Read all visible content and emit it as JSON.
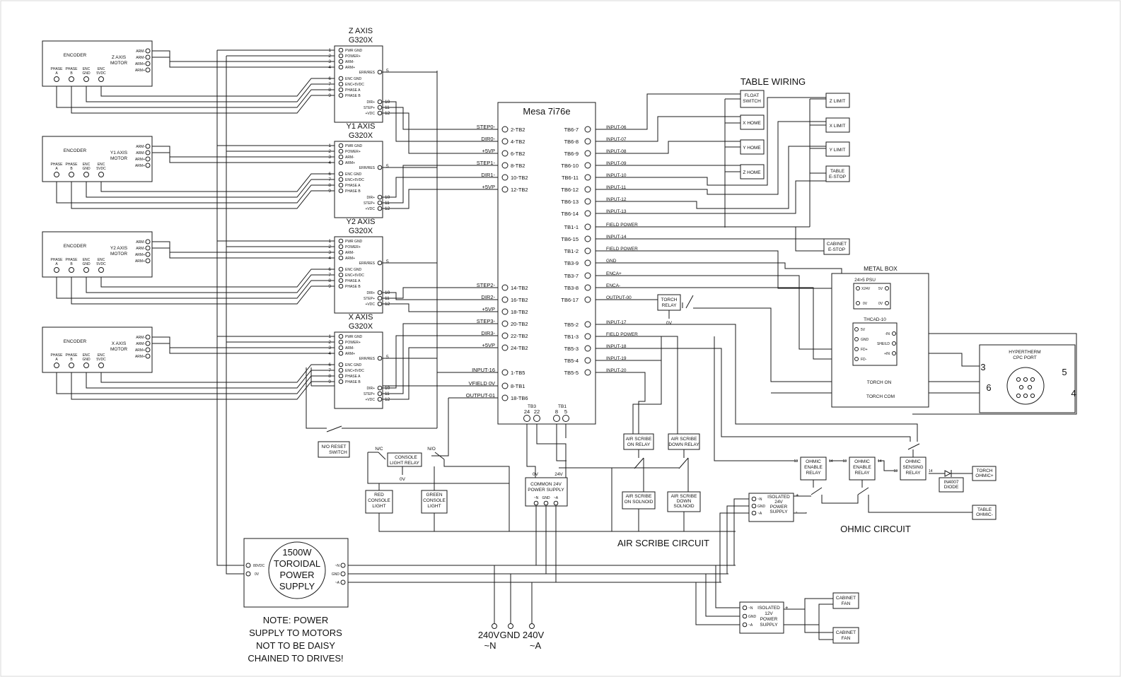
{
  "drive_labels": {
    "ports": [
      "PWR GND",
      "POWER+",
      "ARM-",
      "ARM+",
      "ENC GND",
      "ENC+5VDC",
      "PHASE A",
      "PHASE B"
    ],
    "err": "ERR/RES",
    "step": [
      "DIR+",
      "STEP+",
      "+VDC"
    ],
    "model": "G320X"
  },
  "pin_numbers": {
    "top": [
      "1",
      "2",
      "3",
      "4"
    ],
    "enc": [
      "6",
      "7",
      "8",
      "9"
    ],
    "err": "5",
    "step": [
      "10",
      "11",
      "12"
    ]
  },
  "encoders": {
    "title": "ENCODER",
    "phase_a": [
      "PHASE",
      "A"
    ],
    "phase_b": [
      "PHASE",
      "B"
    ],
    "enc_gnd": [
      "ENC",
      "GND"
    ],
    "enc_5v": [
      "ENC",
      "5VDC"
    ],
    "arm": [
      "ARM-",
      "ARM-",
      "ARM+",
      "ARM+"
    ]
  },
  "axes": [
    {
      "axis": "Z AXIS",
      "motor": [
        "Z AXIS",
        "MOTOR"
      ]
    },
    {
      "axis": "Y1 AXIS",
      "motor": [
        "Y1 AXIS",
        "MOTOR"
      ]
    },
    {
      "axis": "Y2 AXIS",
      "motor": [
        "Y2 AXIS",
        "MOTOR"
      ]
    },
    {
      "axis": "X AXIS",
      "motor": [
        "X AXIS",
        "MOTOR"
      ]
    }
  ],
  "mesa": {
    "title": "Mesa 7i76e",
    "left_pins": [
      {
        "signal": "STEP0-",
        "pin": "2-TB2"
      },
      {
        "signal": "DIR0-",
        "pin": "4-TB2"
      },
      {
        "signal": "+5VP",
        "pin": "6-TB2"
      },
      {
        "signal": "STEP1-",
        "pin": "8-TB2"
      },
      {
        "signal": "DIR1-",
        "pin": "10-TB2"
      },
      {
        "signal": "+5VP",
        "pin": "12-TB2"
      },
      {
        "signal": "STEP2-",
        "pin": "14-TB2"
      },
      {
        "signal": "DIR2-",
        "pin": "16-TB2"
      },
      {
        "signal": "+5VP",
        "pin": "18-TB2"
      },
      {
        "signal": "STEP3-",
        "pin": "20-TB2"
      },
      {
        "signal": "DIR3-",
        "pin": "22-TB2"
      },
      {
        "signal": "+5VP",
        "pin": "24-TB2"
      },
      {
        "signal": "INPUT-16",
        "pin": "1-TB5"
      },
      {
        "signal": "VFIELD 0V",
        "pin": "8-TB1"
      },
      {
        "signal": "OUTPUT-01",
        "pin": "18-TB6"
      }
    ],
    "right_pins": [
      {
        "pin": "TB6-7",
        "signal": "INPUT-06"
      },
      {
        "pin": "TB6-8",
        "signal": "INPUT-07"
      },
      {
        "pin": "TB6-9",
        "signal": "INPUT-08"
      },
      {
        "pin": "TB6-10",
        "signal": "INPUT-09"
      },
      {
        "pin": "TB6-11",
        "signal": "INPUT-10"
      },
      {
        "pin": "TB6-12",
        "signal": "INPUT-11"
      },
      {
        "pin": "TB6-13",
        "signal": "INPUT-12"
      },
      {
        "pin": "TB6-14",
        "signal": "INPUT-13"
      },
      {
        "pin": "TB1-1",
        "signal": "FIELD POWER"
      },
      {
        "pin": "TB6-15",
        "signal": "INPUT-14"
      },
      {
        "pin": "TB1-2",
        "signal": "FIELD POWER"
      },
      {
        "pin": "TB3-9",
        "signal": "GND"
      },
      {
        "pin": "TB3-7",
        "signal": "ENCA+"
      },
      {
        "pin": "TB3-8",
        "signal": "ENCA-"
      },
      {
        "pin": "TB6-17",
        "signal": "OUTPUT-00"
      },
      {
        "pin": "TB5-2",
        "signal": "INPUT-17"
      },
      {
        "pin": "TB1-3",
        "signal": "FIELD POWER"
      },
      {
        "pin": "TB5-3",
        "signal": "INPUT-18"
      },
      {
        "pin": "TB5-4",
        "signal": "INPUT-19"
      },
      {
        "pin": "TB5-5",
        "signal": "INPUT-20"
      }
    ],
    "bottom_groups": [
      "TB3",
      "TB1"
    ],
    "bottom_pins": [
      "24",
      "22",
      "8",
      "5"
    ]
  },
  "table_wiring": {
    "title": "TABLE WIRING",
    "left_boxes": [
      [
        "FLOAT",
        "SWITCH"
      ],
      [
        "X HOME"
      ],
      [
        "Y HOME"
      ],
      [
        "Z HOME"
      ]
    ],
    "right_boxes": [
      [
        "Z LIMIT"
      ],
      [
        "X LIMIT"
      ],
      [
        "Y LIMIT"
      ],
      [
        "TABLE",
        "E-STOP"
      ]
    ],
    "cabinet_estop": [
      "CABINET",
      "E-STOP"
    ]
  },
  "metal_box": {
    "title": "METAL BOX",
    "psu": {
      "title": "24>5 PSU",
      "pins": [
        "X24V",
        "0V",
        "5V",
        "0V"
      ]
    },
    "thcad": {
      "title": "THCAD-10",
      "left": [
        "5V",
        "GND",
        "FD+",
        "FD-"
      ],
      "right": [
        "-IN",
        "SHEILD",
        "+IN"
      ]
    },
    "torch_on": "TORCH ON",
    "torch_com": "TORCH COM"
  },
  "hypertherm": {
    "title": [
      "HYPERTHERM",
      "CPC PORT"
    ],
    "pins": [
      "3",
      "5",
      "6",
      "4"
    ]
  },
  "torch_relay": {
    "label": [
      "TORCH",
      "RELAY"
    ],
    "zero": "0V"
  },
  "air_scribe": {
    "on_relay": [
      "AIR SCRIBE",
      "ON RELAY"
    ],
    "down_relay": [
      "AIR SCRIBE",
      "DOWN RELAY"
    ],
    "on_solenoid": [
      "AIR SCRIBE",
      "ON SOLNOID"
    ],
    "down_solenoid": [
      "AIR SCRIBE",
      "DOWN",
      "SOLNOID"
    ],
    "circuit": "AIR SCRIBE CIRCUIT"
  },
  "ohmic": {
    "enable_relay": [
      "OHMIC",
      "ENABLE",
      "RELAY"
    ],
    "sensing_relay": [
      "OHMIC",
      "SENSING",
      "RELAY"
    ],
    "pins": [
      "13",
      "14",
      "13",
      "14",
      "13",
      "14"
    ],
    "diode": [
      "IN4007",
      "DIODE"
    ],
    "torch_ohmic": [
      "TORCH",
      "OHMIC+"
    ],
    "table_ohmic": [
      "TABLE",
      "OHMIC-"
    ],
    "iso24": [
      "ISOLATED",
      "24V",
      "POWER",
      "SUPPLY"
    ],
    "iso_pins": [
      "~N",
      "GND",
      "~A"
    ],
    "plus": "+",
    "minus": "-",
    "circuit": "OHMIC CIRCUIT"
  },
  "console": {
    "nc": "N/C",
    "no": "N/O",
    "relay": [
      "CONSOLE",
      "LIGHT RELAY"
    ],
    "zero": "0V",
    "red": [
      "RED",
      "CONSOLE",
      "LIGHT"
    ],
    "green": [
      "GREEN",
      "CONSOLE",
      "LIGHT"
    ],
    "reset": [
      "N/O RESET",
      "SWITCH"
    ]
  },
  "common_psu": {
    "label": [
      "COMMON 24V",
      "POWER SUPPLY"
    ],
    "zero": "0V",
    "v24": "24V",
    "pins": [
      "~N",
      "GND",
      "~A"
    ]
  },
  "toroidal": {
    "label": [
      "1500W",
      "TOROIDAL",
      "POWER",
      "SUPPLY"
    ],
    "out": [
      "80VDC",
      "0V"
    ],
    "inp": [
      "~N",
      "GND",
      "~A"
    ]
  },
  "note": [
    "NOTE: POWER",
    "SUPPLY TO MOTORS",
    "NOT TO BE DAISY",
    "CHAINED TO DRIVES!"
  ],
  "mains": {
    "n": [
      "240V",
      "~N"
    ],
    "gnd": "GND",
    "a": [
      "240V",
      "~A"
    ]
  },
  "iso12": {
    "label": [
      "ISOLATED",
      "12V",
      "POWER",
      "SUPPLY"
    ],
    "pins": [
      "~N",
      "GND",
      "~A"
    ],
    "fan": [
      "CABINET",
      "FAN"
    ],
    "plus": "+",
    "minus": "-"
  }
}
